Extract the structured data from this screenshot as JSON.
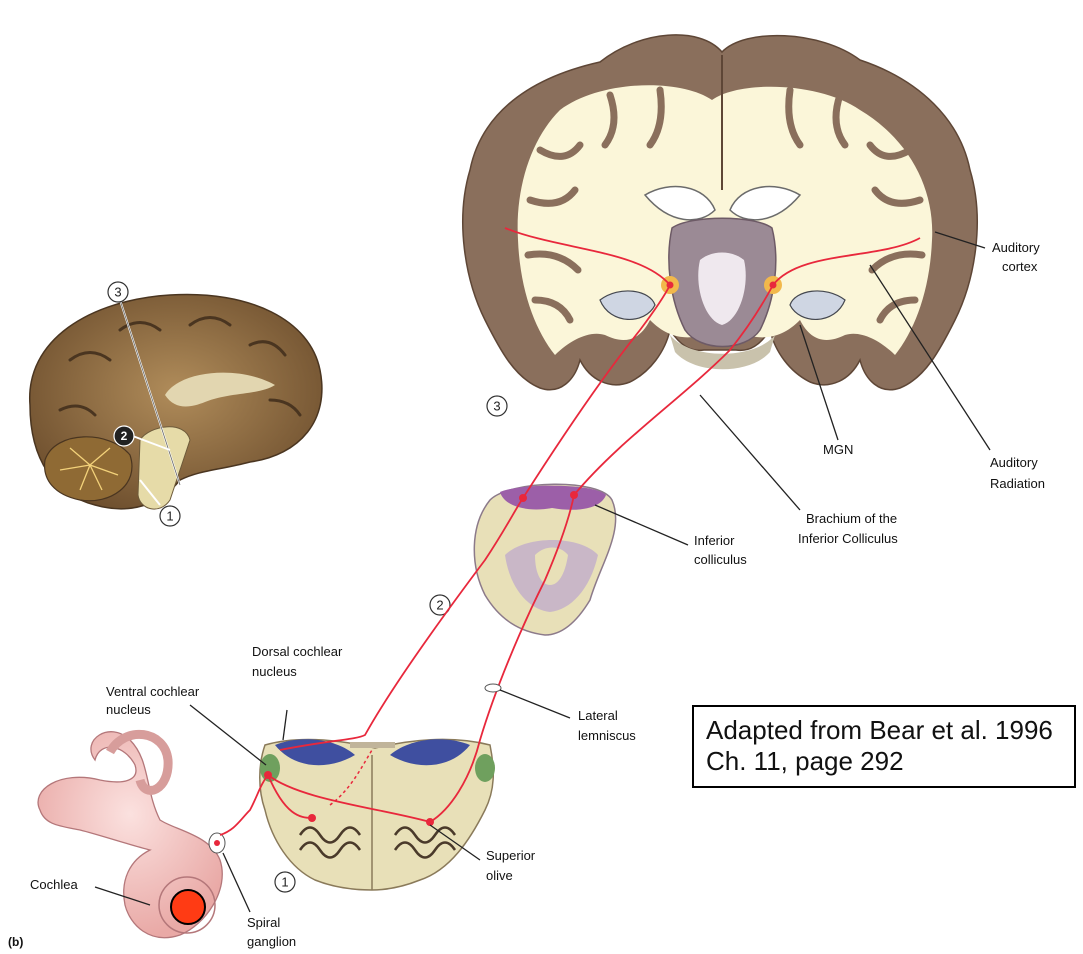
{
  "labels": {
    "auditory_cortex": [
      "Auditory",
      "cortex"
    ],
    "mgn": "MGN",
    "auditory_radiation": [
      "Auditory",
      "Radiation"
    ],
    "brachium": [
      "Brachium of the",
      "Inferior Colliculus"
    ],
    "inferior_colliculus": [
      "Inferior",
      "colliculus"
    ],
    "lateral_lemniscus": [
      "Lateral",
      "lemniscus"
    ],
    "dorsal_cochlear": [
      "Dorsal cochlear",
      "nucleus"
    ],
    "ventral_cochlear": [
      "Ventral cochlear",
      "nucleus"
    ],
    "superior_olive": [
      "Superior",
      "olive"
    ],
    "cochlea": "Cochlea",
    "spiral_ganglion": [
      "Spiral",
      "ganglion"
    ],
    "panel": "(b)"
  },
  "section_markers": {
    "one": "1",
    "two": "2",
    "three": "3"
  },
  "credit": {
    "line1": "Adapted from Bear et al. 1996",
    "line2": "Ch. 11, page 292"
  },
  "colors": {
    "pathway": "#e8283c",
    "cortex": "#8a6f5c",
    "white_matter": "#fbf6d9",
    "brainstem": "#e8e0b8",
    "marker_dot": "#ff3b14",
    "cochlea": "#f2c6c4"
  }
}
